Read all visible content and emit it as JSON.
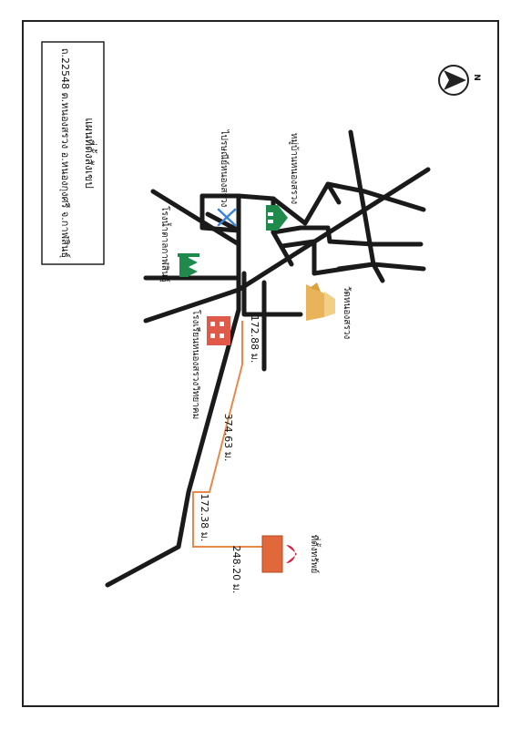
{
  "title_box": {
    "title": "แผนที่ตั้งสังเขป",
    "address": "ถ.22548 ต.หนองสรวง อ.หนองกุงศรี จ.กาฬสินธุ์"
  },
  "compass": {
    "letter": "N"
  },
  "places": {
    "school": "โรงเรียนหนองสรวงวิทยาคม",
    "temple": "วัดหนองสรวง",
    "village": "หมู่บ้านหนองสรวง",
    "post_office": "ไปรษณีย์หนองสรวง",
    "factory": "โรงน้ำตาลกาฬสินธุ์",
    "site": "ที่ตั้งทรัพย์"
  },
  "distances": {
    "d1": "172.88 ม.",
    "d2": "374.63 ม.",
    "d3": "172.38 ม.",
    "d4": "248.20 ม."
  },
  "colors": {
    "road": "#1a1a1a",
    "route": "#e8894a",
    "school": "#e05a4a",
    "temple": "#e9b35a",
    "village": "#1f8a4c",
    "post": "#3b86d8",
    "factory": "#1f8a4c",
    "site_box": "#e0683a",
    "pin": "#d81e3a"
  }
}
